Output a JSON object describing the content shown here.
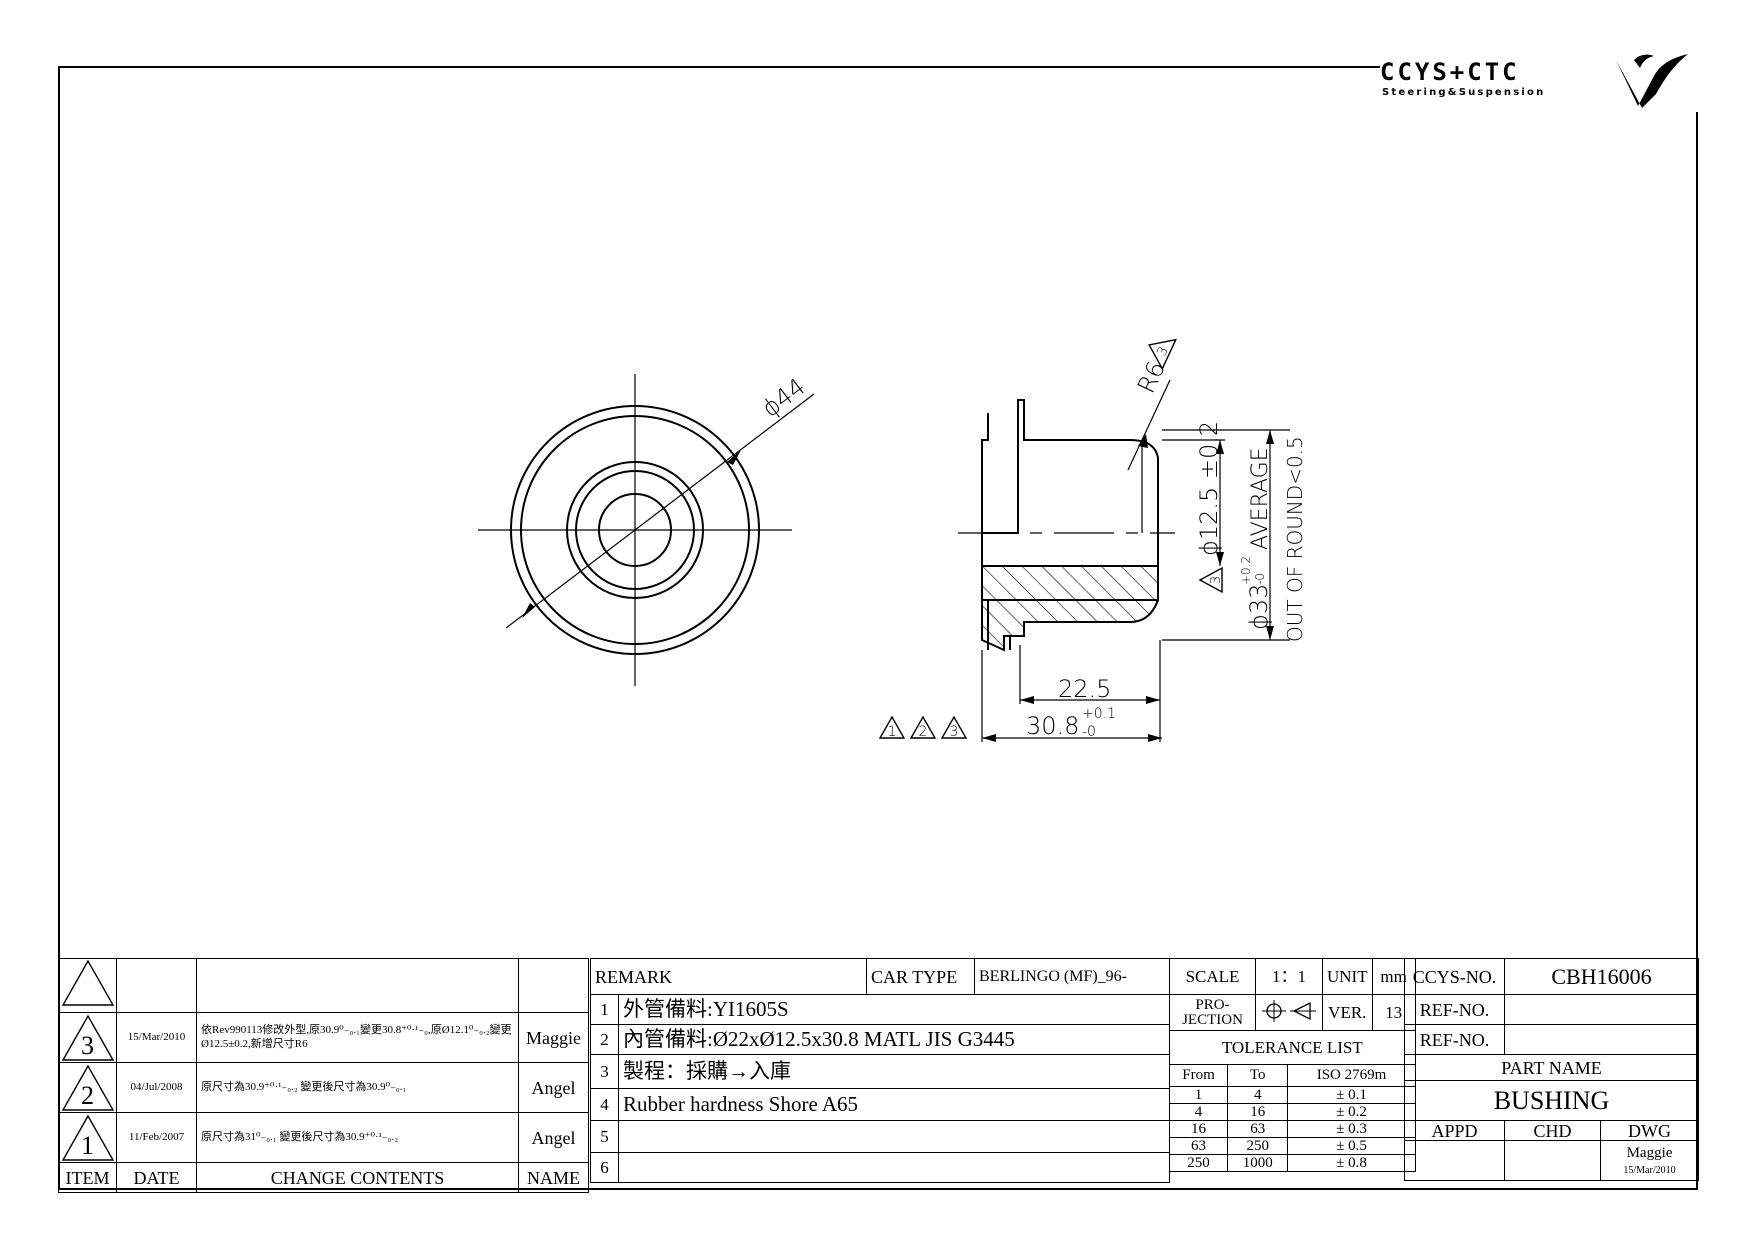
{
  "logo": {
    "brand": "CCYS+CTC",
    "tagline": "Steering&Suspension"
  },
  "dimensions": {
    "outer_diameter": "ϕ44",
    "radius": "R6",
    "radius_rev": "3",
    "inner_diameter": "ϕ12.5 ±0.2",
    "inner_rev": "3",
    "outer_main": "ϕ33",
    "outer_tol_upper": "+0.2",
    "outer_tol_lower": "-0",
    "outer_note": "AVERAGE",
    "round_note": "OUT OF ROUND<0.5",
    "length_inner": "22.5",
    "length_total": "30.8",
    "length_tol_upper": "+0.1",
    "length_tol_lower": "-0",
    "rev_marks": [
      "1",
      "2",
      "3"
    ]
  },
  "revisions": {
    "headers": {
      "item": "ITEM",
      "date": "DATE",
      "contents": "CHANGE CONTENTS",
      "name": "NAME"
    },
    "rows": [
      {
        "item": "",
        "date": "",
        "contents": "",
        "name": ""
      },
      {
        "item": "3",
        "date": "15/Mar/2010",
        "contents": "依Rev990113修改外型,原30.9⁰₋₀.₁變更30.8⁺⁰·¹₋₀,原Ø12.1⁰₋₀.₂變更Ø12.5±0.2,新增尺寸R6",
        "name": "Maggie"
      },
      {
        "item": "2",
        "date": "04/Jul/2008",
        "contents": "原尺寸為30.9⁺⁰·¹₋₀.₂ 變更後尺寸為30.9⁰₋₀.₁",
        "name": "Angel"
      },
      {
        "item": "1",
        "date": "11/Feb/2007",
        "contents": "原尺寸為31⁰₋₀.₁ 變更後尺寸為30.9⁺⁰·¹₋₀.₂",
        "name": "Angel"
      }
    ]
  },
  "remark": {
    "label": "REMARK",
    "car_type_label": "CAR TYPE",
    "car_type": "BERLINGO (MF)_96-",
    "items": [
      {
        "n": "1",
        "text": "外管備料:YI1605S"
      },
      {
        "n": "2",
        "text": "內管備料:Ø22xØ12.5x30.8 MATL JIS G3445"
      },
      {
        "n": "3",
        "text": "製程：採購→入庫"
      },
      {
        "n": "4",
        "text": "Rubber hardness Shore A65"
      },
      {
        "n": "5",
        "text": ""
      },
      {
        "n": "6",
        "text": ""
      }
    ]
  },
  "specs": {
    "scale_label": "SCALE",
    "scale": "1：1",
    "unit_label": "UNIT",
    "unit": "mm",
    "projection_label": "PRO-\nJECTION",
    "ver_label": "VER.",
    "ver": "13",
    "tolerance_title": "TOLERANCE LIST",
    "tolerance_headers": {
      "from": "From",
      "to": "To",
      "iso": "ISO 2769m"
    },
    "tolerance_rows": [
      {
        "from": "1",
        "to": "4",
        "tol": "± 0.1"
      },
      {
        "from": "4",
        "to": "16",
        "tol": "± 0.2"
      },
      {
        "from": "16",
        "to": "63",
        "tol": "± 0.3"
      },
      {
        "from": "63",
        "to": "250",
        "tol": "± 0.5"
      },
      {
        "from": "250",
        "to": "1000",
        "tol": "± 0.8"
      }
    ]
  },
  "identity": {
    "ccys_label": "CCYS-NO.",
    "ccys_no": "CBH16006",
    "ref_label": "REF-NO.",
    "ref_no_1": "",
    "ref_no_2": "",
    "part_name_label": "PART NAME",
    "part_name": "BUSHING",
    "appd_label": "APPD",
    "chd_label": "CHD",
    "dwg_label": "DWG",
    "dwg_name": "Maggie",
    "dwg_date": "15/Mar/2010"
  }
}
